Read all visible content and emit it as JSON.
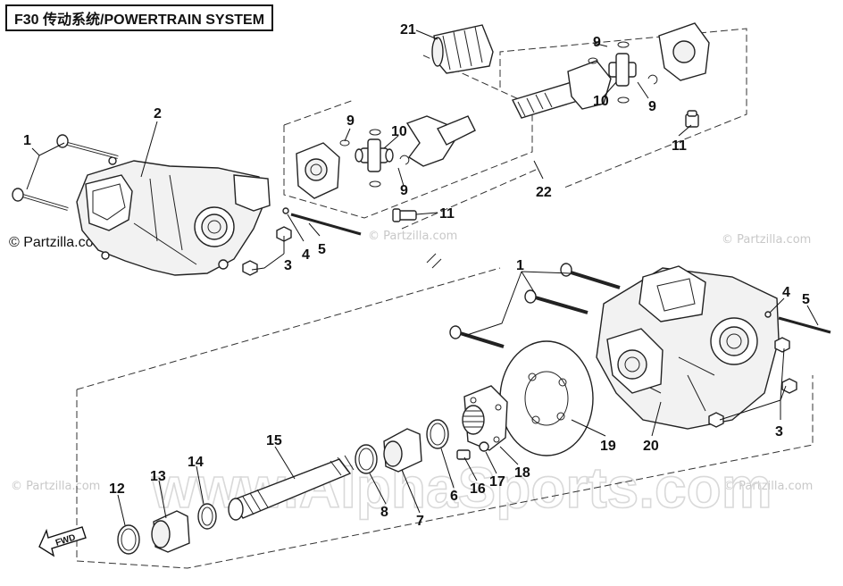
{
  "title": "F30 传动系统/POWERTRAIN SYSTEM",
  "watermarks": {
    "partzilla": "© Partzilla.com",
    "alpha": "www.AlphaSports.com"
  },
  "callouts": {
    "n1": "1",
    "n2": "2",
    "n3": "3",
    "n4": "4",
    "n5": "5",
    "n6": "6",
    "n7": "7",
    "n8": "8",
    "n9": "9",
    "n10": "10",
    "n11": "11",
    "n12": "12",
    "n13": "13",
    "n14": "14",
    "n15": "15",
    "n16": "16",
    "n17": "17",
    "n18": "18",
    "n19": "19",
    "n20": "20",
    "n21": "21",
    "n22": "22"
  },
  "fwd_label": "FWD"
}
